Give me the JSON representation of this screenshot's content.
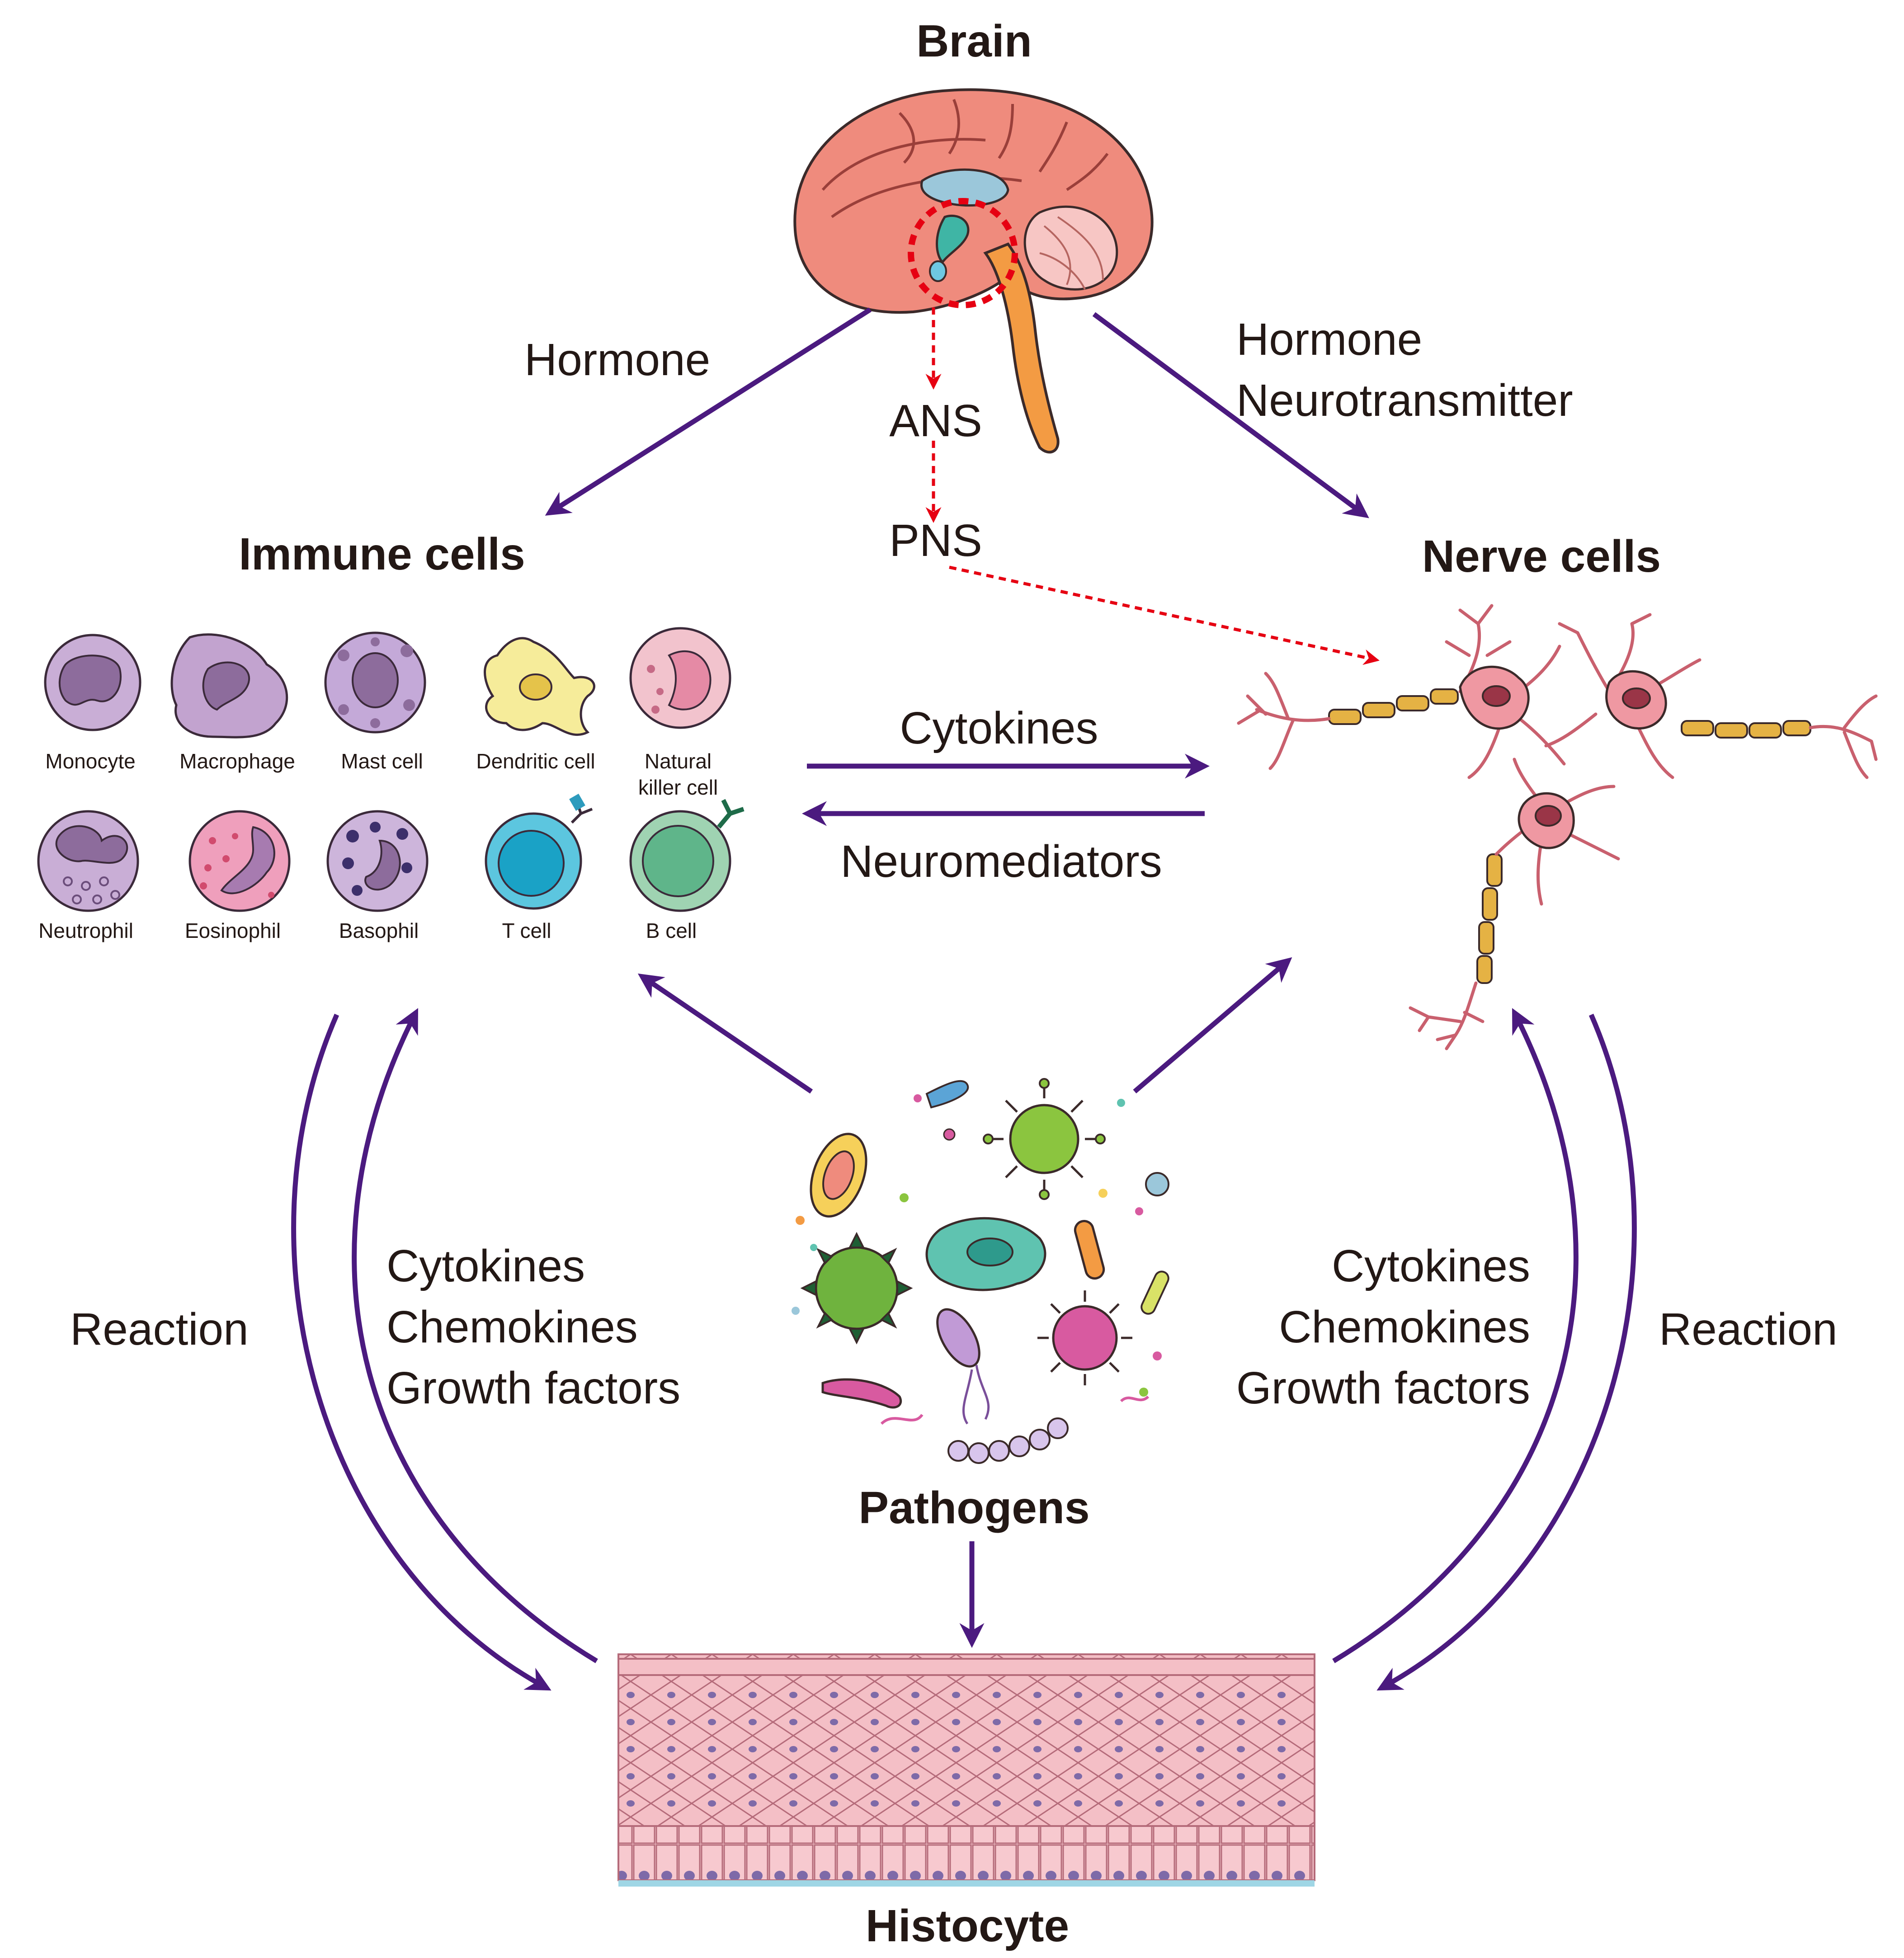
{
  "nodes": {
    "brain": "Brain",
    "immune_cells": "Immune cells",
    "nerve_cells": "Nerve cells",
    "pathogens": "Pathogens",
    "histocyte": "Histocyte"
  },
  "edge_labels": {
    "brain_to_immune": "Hormone",
    "brain_to_nerve": [
      "Hormone",
      "Neurotransmitter"
    ],
    "ans": "ANS",
    "pns": "PNS",
    "immune_to_nerve": "Cytokines",
    "nerve_to_immune": "Neuromediators",
    "left_mediators": [
      "Cytokines",
      "Chemokines",
      "Growth factors"
    ],
    "right_mediators": [
      "Cytokines",
      "Chemokines",
      "Growth factors"
    ],
    "left_reaction": "Reaction",
    "right_reaction": "Reaction"
  },
  "immune_cells": [
    {
      "name": "Monocyte",
      "color": "#c9aed6"
    },
    {
      "name": "Macrophage",
      "color": "#c2a3cf"
    },
    {
      "name": "Mast cell",
      "color": "#c4a9d8"
    },
    {
      "name": "Dendritic cell",
      "color": "#f6ec9a"
    },
    {
      "name": "Natural killer cell",
      "color": "#f2c3cd"
    },
    {
      "name": "Neutrophil",
      "color": "#c9aed6"
    },
    {
      "name": "Eosinophil",
      "color": "#ef9fbc"
    },
    {
      "name": "Basophil",
      "color": "#cdb5db"
    },
    {
      "name": "T cell",
      "color": "#5cc6df"
    },
    {
      "name": "B cell",
      "color": "#9fd3b2"
    }
  ],
  "colors": {
    "arrow": "#4b1a7f",
    "dashed_arrow": "#e60012",
    "text": "#231815",
    "brain": "#ef8b7d",
    "tissue": "#f4bfc6",
    "nerve": "#d9717e",
    "myelin": "#e5b244"
  }
}
